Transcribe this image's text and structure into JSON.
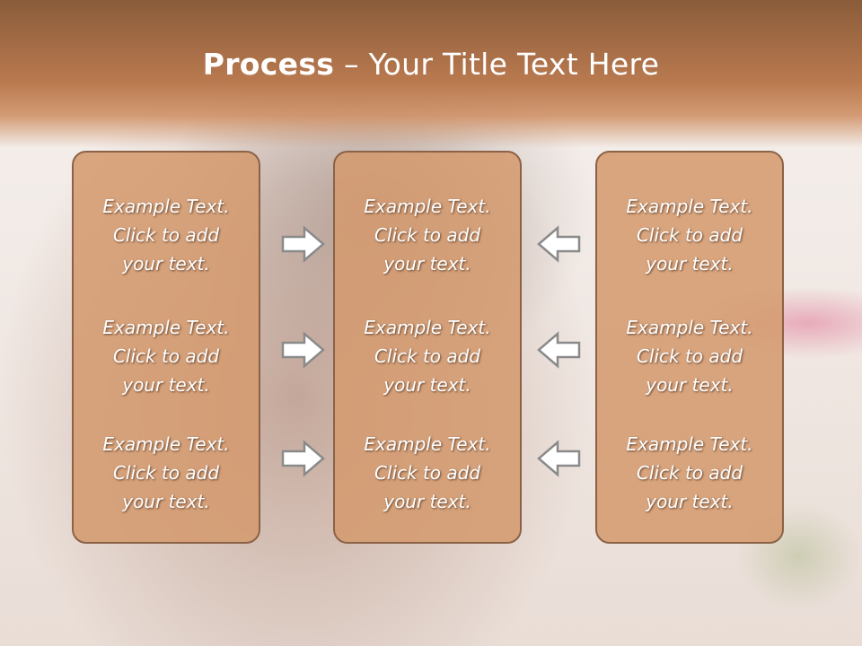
{
  "slide": {
    "title_bold": "Process",
    "title_rest": " – Your Title Text Here",
    "columns": [
      {
        "items": [
          {
            "line1": "Example Text.",
            "line2": "Click  to add",
            "line3": "your text."
          },
          {
            "line1": "Example Text.",
            "line2": "Click  to add",
            "line3": "your text."
          },
          {
            "line1": "Example Text.",
            "line2": "Click  to add",
            "line3": "your text."
          }
        ]
      },
      {
        "items": [
          {
            "line1": "Example Text.",
            "line2": "Click  to add",
            "line3": "your text."
          },
          {
            "line1": "Example Text.",
            "line2": "Click  to add",
            "line3": "your text."
          },
          {
            "line1": "Example Text.",
            "line2": "Click  to add",
            "line3": "your text."
          }
        ]
      },
      {
        "items": [
          {
            "line1": "Example Text.",
            "line2": "Click  to add",
            "line3": "your text."
          },
          {
            "line1": "Example Text.",
            "line2": "Click  to add",
            "line3": "your text."
          },
          {
            "line1": "Example Text.",
            "line2": "Click  to add",
            "line3": "your text."
          }
        ]
      }
    ],
    "arrows": {
      "left_column": [
        "right-arrow-icon",
        "right-arrow-icon",
        "right-arrow-icon"
      ],
      "right_column": [
        "left-arrow-icon",
        "left-arrow-icon",
        "left-arrow-icon"
      ]
    },
    "colors": {
      "header": "#b9794f",
      "box_fill": "#d49b70",
      "box_border": "#8b6246",
      "text": "#ffffff"
    }
  }
}
